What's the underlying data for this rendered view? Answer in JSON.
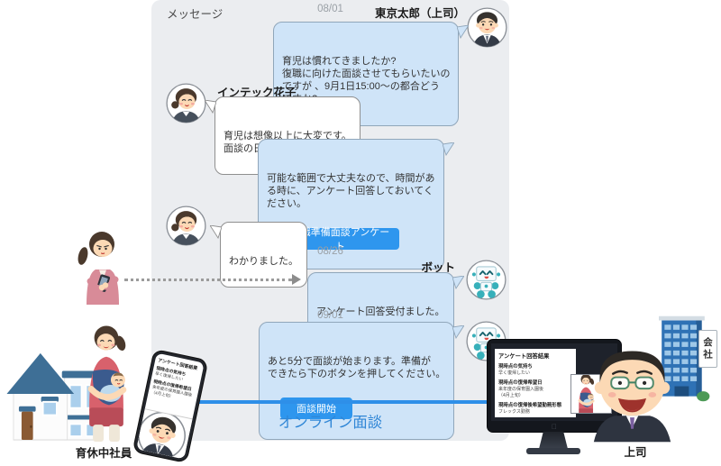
{
  "chat": {
    "title": "メッセージ",
    "date1": "08/01",
    "date2": "08/26",
    "date3": "09/01",
    "boss_name": "東京太郎（上司）",
    "employee_name": "インテック花子",
    "bot_name": "ボット",
    "msg_boss_1": "育児は慣れてきましたか?\n復職に向けた面談させてもらいたいの\nですが 、9月1日15:00〜の都合どう\nですか?",
    "msg_emp_1": "育児は想像以上に大変です。\n面談の日程は大丈夫です。",
    "msg_boss_2": "可能な範囲で大丈夫なので、時間があ\nる時に、アンケート回答しておいてく\nださい。",
    "survey_button": "復職準備面談アンケート",
    "msg_emp_2": "わかりました。",
    "msg_bot_1": "アンケート回答受付ました。",
    "msg_bot_2": "あと5分で面談が始まります。準備が\nできたら下のボタンを押してください。",
    "start_button": "面談開始"
  },
  "online_meeting_label": "オンライン面談",
  "captions": {
    "employee": "育休中社員",
    "boss": "上司"
  },
  "building_sign": "会社",
  "survey_result": {
    "title": "アンケート回答結果",
    "items": [
      {
        "label": "現時点の気持ち",
        "value": "早く復帰したい"
      },
      {
        "label": "現時点の復帰希望日",
        "value": "来年度の保育園入園後\n（4月上旬）"
      },
      {
        "label": "現時点の復帰後希望勤務形態",
        "value": "フレックス勤務"
      }
    ]
  },
  "colors": {
    "accent_button_blue": "#2e96ee",
    "bubble_blue": "#cfe4f8",
    "online_line_blue": "#2e8fe8",
    "online_label_blue": "#2f86d6",
    "chat_background": "#ebedf0"
  }
}
